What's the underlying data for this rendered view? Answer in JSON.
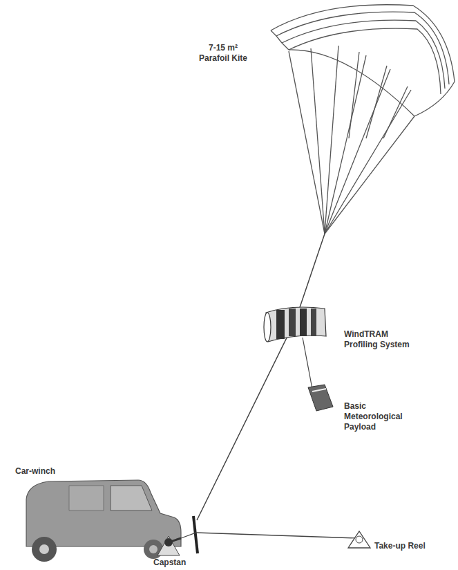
{
  "diagram": {
    "labels": [
      "7-15 m² Parafoil Kite",
      "WindTRAM Profiling System",
      "Basic Meteorological Payload",
      "Car-winch",
      "Capstan",
      "Take-up Reel"
    ]
  }
}
